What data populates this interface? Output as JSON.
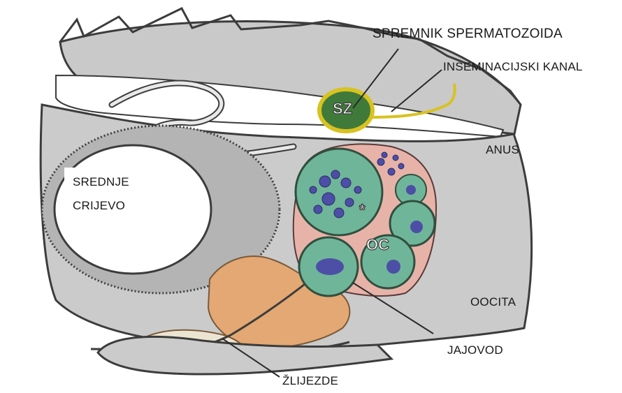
{
  "labels": {
    "sperm_reservoir": "SPREMNIK SPERMATOZOIDA",
    "insemination_canal": "INSEMINACIJSKI KANAL",
    "anus": "ANUS",
    "midgut_line1": "SREDNJE",
    "midgut_line2": "CRIJEVO",
    "oocyte": "OOCITA",
    "oviduct": "JAJOVOD",
    "glands": "ŽLIJEZDE"
  },
  "tags": {
    "sz": "SZ",
    "oc": "OC",
    "asterisk": "*"
  },
  "colors": {
    "body_gray": "#c9c9c9",
    "outline_dark": "#3c3c3c",
    "ovary_green": "#6fb59a",
    "ovary_pink": "#e7b3a8",
    "nuclei_blue": "#4d4fa6",
    "gland_orange": "#e3a873",
    "gland_pale": "#ece4d2",
    "reservoir_yellow": "#d8c220",
    "reservoir_green": "#3f7a3a"
  }
}
